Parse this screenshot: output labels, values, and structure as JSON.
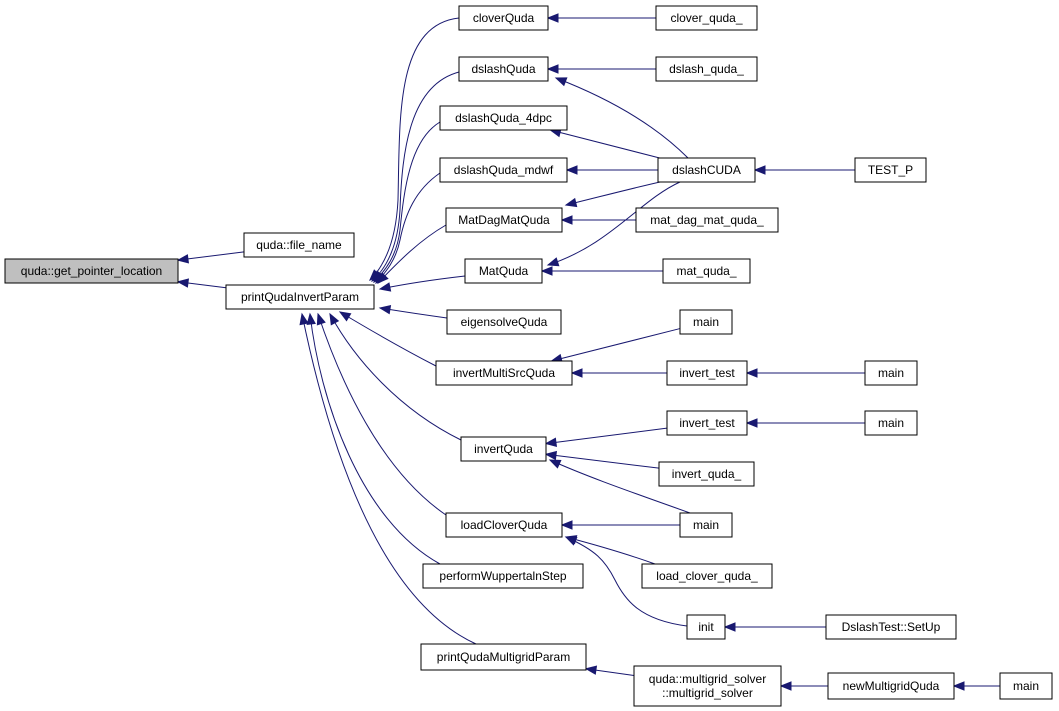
{
  "graph": {
    "nodes": [
      {
        "id": "get_pointer_location",
        "lines": [
          "quda::get_pointer_location"
        ],
        "root": true
      },
      {
        "id": "file_name",
        "lines": [
          "quda::file_name"
        ]
      },
      {
        "id": "printQudaInvertParam",
        "lines": [
          "printQudaInvertParam"
        ]
      },
      {
        "id": "cloverQuda",
        "lines": [
          "cloverQuda"
        ]
      },
      {
        "id": "clover_quda_",
        "lines": [
          "clover_quda_"
        ]
      },
      {
        "id": "dslashQuda",
        "lines": [
          "dslashQuda"
        ]
      },
      {
        "id": "dslash_quda_",
        "lines": [
          "dslash_quda_"
        ]
      },
      {
        "id": "dslashQuda_4dpc",
        "lines": [
          "dslashQuda_4dpc"
        ]
      },
      {
        "id": "dslashCUDA",
        "lines": [
          "dslashCUDA"
        ]
      },
      {
        "id": "TEST_P",
        "lines": [
          "TEST_P"
        ]
      },
      {
        "id": "dslashQuda_mdwf",
        "lines": [
          "dslashQuda_mdwf"
        ]
      },
      {
        "id": "MatDagMatQuda",
        "lines": [
          "MatDagMatQuda"
        ]
      },
      {
        "id": "mat_dag_mat_quda_",
        "lines": [
          "mat_dag_mat_quda_"
        ]
      },
      {
        "id": "MatQuda",
        "lines": [
          "MatQuda"
        ]
      },
      {
        "id": "mat_quda_",
        "lines": [
          "mat_quda_"
        ]
      },
      {
        "id": "eigensolveQuda",
        "lines": [
          "eigensolveQuda"
        ]
      },
      {
        "id": "invertMultiSrcQuda",
        "lines": [
          "invertMultiSrcQuda"
        ]
      },
      {
        "id": "main_a",
        "lines": [
          "main"
        ]
      },
      {
        "id": "invert_test_a",
        "lines": [
          "invert_test"
        ]
      },
      {
        "id": "main_b",
        "lines": [
          "main"
        ]
      },
      {
        "id": "invertQuda",
        "lines": [
          "invertQuda"
        ]
      },
      {
        "id": "invert_test_b",
        "lines": [
          "invert_test"
        ]
      },
      {
        "id": "main_c",
        "lines": [
          "main"
        ]
      },
      {
        "id": "invert_quda_",
        "lines": [
          "invert_quda_"
        ]
      },
      {
        "id": "loadCloverQuda",
        "lines": [
          "loadCloverQuda"
        ]
      },
      {
        "id": "main_d",
        "lines": [
          "main"
        ]
      },
      {
        "id": "load_clover_quda_",
        "lines": [
          "load_clover_quda_"
        ]
      },
      {
        "id": "init",
        "lines": [
          "init"
        ]
      },
      {
        "id": "DslashTest_SetUp",
        "lines": [
          "DslashTest::SetUp"
        ]
      },
      {
        "id": "performWuppertalnStep",
        "lines": [
          "performWuppertalnStep"
        ]
      },
      {
        "id": "printQudaMultigridParam",
        "lines": [
          "printQudaMultigridParam"
        ]
      },
      {
        "id": "multigrid_solver",
        "lines": [
          "quda::multigrid_solver",
          "::multigrid_solver"
        ]
      },
      {
        "id": "newMultigridQuda",
        "lines": [
          "newMultigridQuda"
        ]
      },
      {
        "id": "main_e",
        "lines": [
          "main"
        ]
      }
    ],
    "edges": [
      {
        "from": "file_name",
        "to": "get_pointer_location"
      },
      {
        "from": "printQudaInvertParam",
        "to": "get_pointer_location"
      },
      {
        "from": "cloverQuda",
        "to": "printQudaInvertParam"
      },
      {
        "from": "dslashQuda",
        "to": "printQudaInvertParam"
      },
      {
        "from": "dslashQuda_4dpc",
        "to": "printQudaInvertParam"
      },
      {
        "from": "dslashQuda_mdwf",
        "to": "printQudaInvertParam"
      },
      {
        "from": "MatDagMatQuda",
        "to": "printQudaInvertParam"
      },
      {
        "from": "MatQuda",
        "to": "printQudaInvertParam"
      },
      {
        "from": "eigensolveQuda",
        "to": "printQudaInvertParam"
      },
      {
        "from": "invertMultiSrcQuda",
        "to": "printQudaInvertParam"
      },
      {
        "from": "invertQuda",
        "to": "printQudaInvertParam"
      },
      {
        "from": "loadCloverQuda",
        "to": "printQudaInvertParam"
      },
      {
        "from": "performWuppertalnStep",
        "to": "printQudaInvertParam"
      },
      {
        "from": "printQudaMultigridParam",
        "to": "printQudaInvertParam"
      },
      {
        "from": "clover_quda_",
        "to": "cloverQuda"
      },
      {
        "from": "dslash_quda_",
        "to": "dslashQuda"
      },
      {
        "from": "dslashCUDA",
        "to": "dslashQuda"
      },
      {
        "from": "dslashCUDA",
        "to": "dslashQuda_4dpc"
      },
      {
        "from": "dslashCUDA",
        "to": "dslashQuda_mdwf"
      },
      {
        "from": "dslashCUDA",
        "to": "MatDagMatQuda"
      },
      {
        "from": "dslashCUDA",
        "to": "MatQuda"
      },
      {
        "from": "TEST_P",
        "to": "dslashCUDA"
      },
      {
        "from": "mat_dag_mat_quda_",
        "to": "MatDagMatQuda"
      },
      {
        "from": "mat_quda_",
        "to": "MatQuda"
      },
      {
        "from": "main_a",
        "to": "invertMultiSrcQuda"
      },
      {
        "from": "invert_test_a",
        "to": "invertMultiSrcQuda"
      },
      {
        "from": "main_b",
        "to": "invert_test_a"
      },
      {
        "from": "invert_test_b",
        "to": "invertQuda"
      },
      {
        "from": "invert_quda_",
        "to": "invertQuda"
      },
      {
        "from": "main_d",
        "to": "invertQuda"
      },
      {
        "from": "main_c",
        "to": "invert_test_b"
      },
      {
        "from": "main_d",
        "to": "loadCloverQuda"
      },
      {
        "from": "load_clover_quda_",
        "to": "loadCloverQuda"
      },
      {
        "from": "init",
        "to": "loadCloverQuda"
      },
      {
        "from": "DslashTest_SetUp",
        "to": "init"
      },
      {
        "from": "multigrid_solver",
        "to": "printQudaMultigridParam"
      },
      {
        "from": "newMultigridQuda",
        "to": "multigrid_solver"
      },
      {
        "from": "main_e",
        "to": "newMultigridQuda"
      }
    ]
  }
}
